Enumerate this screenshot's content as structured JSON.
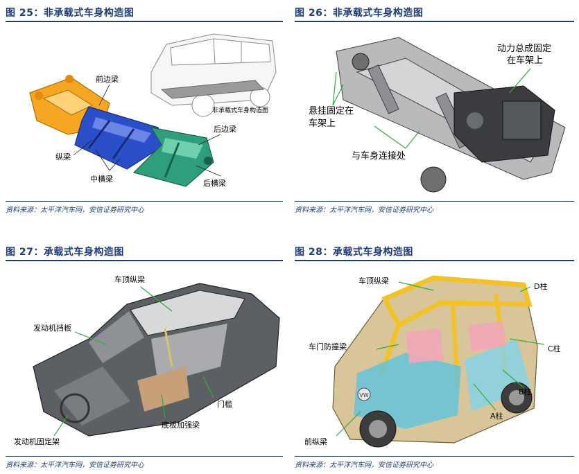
{
  "figures": [
    {
      "title": "图 25：非承载式车身构造图",
      "source": "资料来源：太平洋汽车网，安信证券研究中心",
      "labels": {
        "front_rail": "前边梁",
        "longitudinal": "纵梁",
        "mid_cross": "中横梁",
        "rear_rail": "后边梁",
        "rear_cross": "后横梁",
        "inset_caption": "非承载式车身构造图"
      }
    },
    {
      "title": "图 26：非承载式车身构造图",
      "source": "资料来源：太平洋汽车网，安信证券研究中心",
      "labels": {
        "power": "动力总成固定",
        "power2": "在车架上",
        "susp": "悬挂固定在",
        "susp2": "车架上",
        "body": "与车身连接处"
      }
    },
    {
      "title": "图 27：承载式车身构造图",
      "source": "资料来源：太平洋汽车网，安信证券研究中心",
      "labels": {
        "roof": "车顶纵梁",
        "firewall": "发动机挡板",
        "sill": "门槛",
        "floor": "底板加强梁",
        "mount": "发动机固定架"
      }
    },
    {
      "title": "图 28：承载式车身构造图",
      "source": "资料来源：太平洋汽车网，安信证券研究中心",
      "labels": {
        "roof": "车顶纵梁",
        "dpillar": "D柱",
        "door": "车门防撞梁",
        "cpillar": "C柱",
        "bpillar": "B柱",
        "apillar": "A柱",
        "front": "前纵梁",
        "badge": "VW"
      }
    }
  ]
}
